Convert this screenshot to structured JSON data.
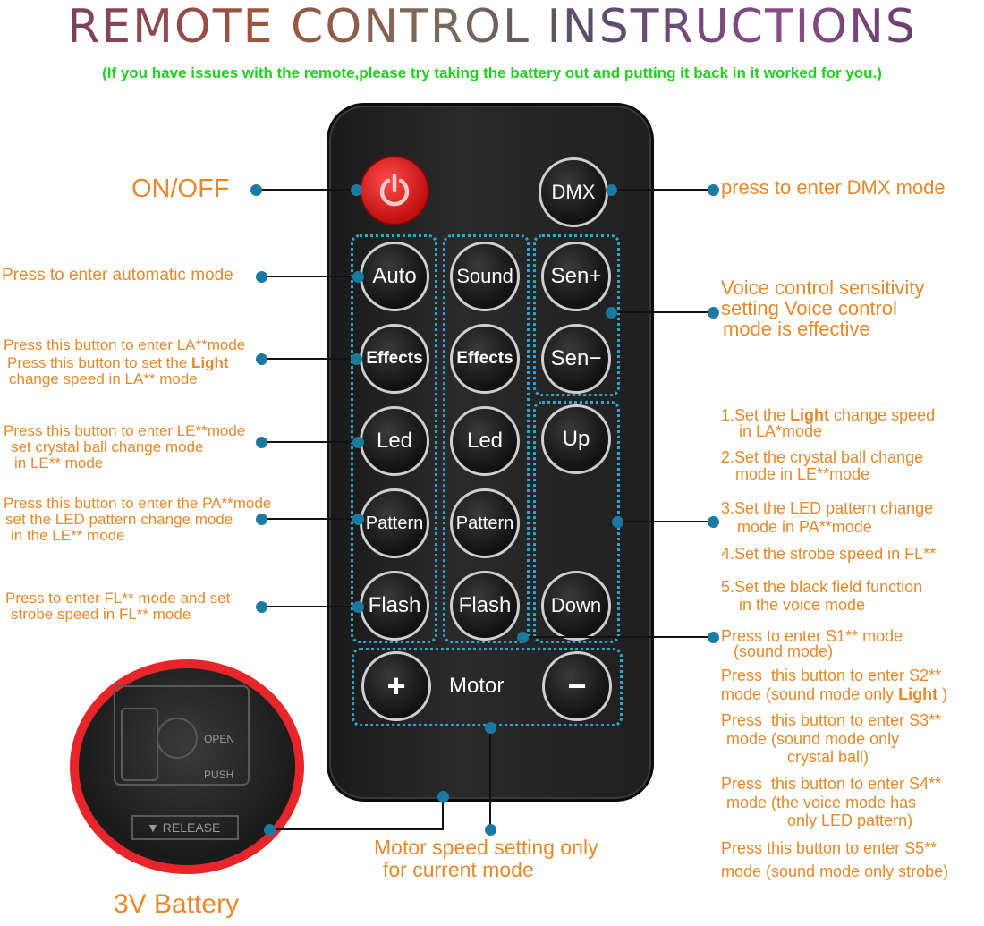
{
  "title": "REMOTE CONTROL INSTRUCTIONS",
  "note": "(If you have issues with the remote,please try taking the battery out and putting it back in it worked for you.)",
  "buttons": {
    "dmx": "DMX",
    "col1": [
      "Auto",
      "Effects",
      "Led",
      "Pattern",
      "Flash"
    ],
    "col2": [
      "Sound",
      "Effects",
      "Led",
      "Pattern",
      "Flash"
    ],
    "col3": [
      "Sen+",
      "Sen−",
      "Up",
      "Down"
    ],
    "plus": "+",
    "minus": "−",
    "motor": "Motor"
  },
  "battery": {
    "open": "OPEN",
    "push": "PUSH",
    "release": "▼ RELEASE"
  },
  "labels": {
    "onoff": "ON/OFF",
    "dmx_mode": "press to enter DMX mode",
    "auto": "Press to enter automatic mode",
    "effects_1": "Press this button to enter LA**mode",
    "effects_2a": "Press this button to set the ",
    "effects_2b": "Light",
    "effects_3": "change speed in LA** mode",
    "led_1": "Press this button to enter LE**mode",
    "led_2": "set crystal ball change mode",
    "led_3": "in LE** mode",
    "pattern_1": "Press this button to enter the PA**mode",
    "pattern_2": "set the LED pattern change mode",
    "pattern_3": "in the LE** mode",
    "flash_1": "Press to enter FL** mode and set",
    "flash_2": "strobe speed in FL** mode",
    "voice_1": "Voice control sensitivity",
    "voice_2": "setting Voice control",
    "voice_3": "mode is effective",
    "updown_1a": "1.Set the ",
    "updown_1b": "Light",
    "updown_1c": " change speed",
    "updown_1d": "in LA*mode",
    "updown_2a": "2.Set the crystal ball change",
    "updown_2b": "mode in LE**mode",
    "updown_3a": "3.Set the LED pattern change",
    "updown_3b": "mode in PA**mode",
    "updown_4": "4.Set the strobe speed in FL**",
    "updown_5a": "5.Set the black field function",
    "updown_5b": "in the voice mode",
    "s1_a": "Press to enter S1** mode",
    "s1_b": "(sound mode)",
    "s2_a": "Press  this button to enter S2**",
    "s2_b": "mode (sound mode only ",
    "s2_c": "Light",
    "s2_d": " )",
    "s3_a": "Press  this button to enter S3**",
    "s3_b": "mode (sound mode only",
    "s3_c": "crystal ball)",
    "s4_a": "Press  this button to enter S4**",
    "s4_b": "mode (the voice mode has",
    "s4_c": "only LED pattern)",
    "s5_a": "Press this button to enter S5**",
    "s5_b": "mode (sound mode only strobe)",
    "motor_1": "Motor speed setting only",
    "motor_2": "for current mode",
    "battery": "3V Battery"
  },
  "colors": {
    "label": "#e8882a",
    "note": "#1ed21e",
    "leader": "#1a7aa0",
    "dotted_box": "#2aa8d0",
    "power": "#d01818"
  }
}
